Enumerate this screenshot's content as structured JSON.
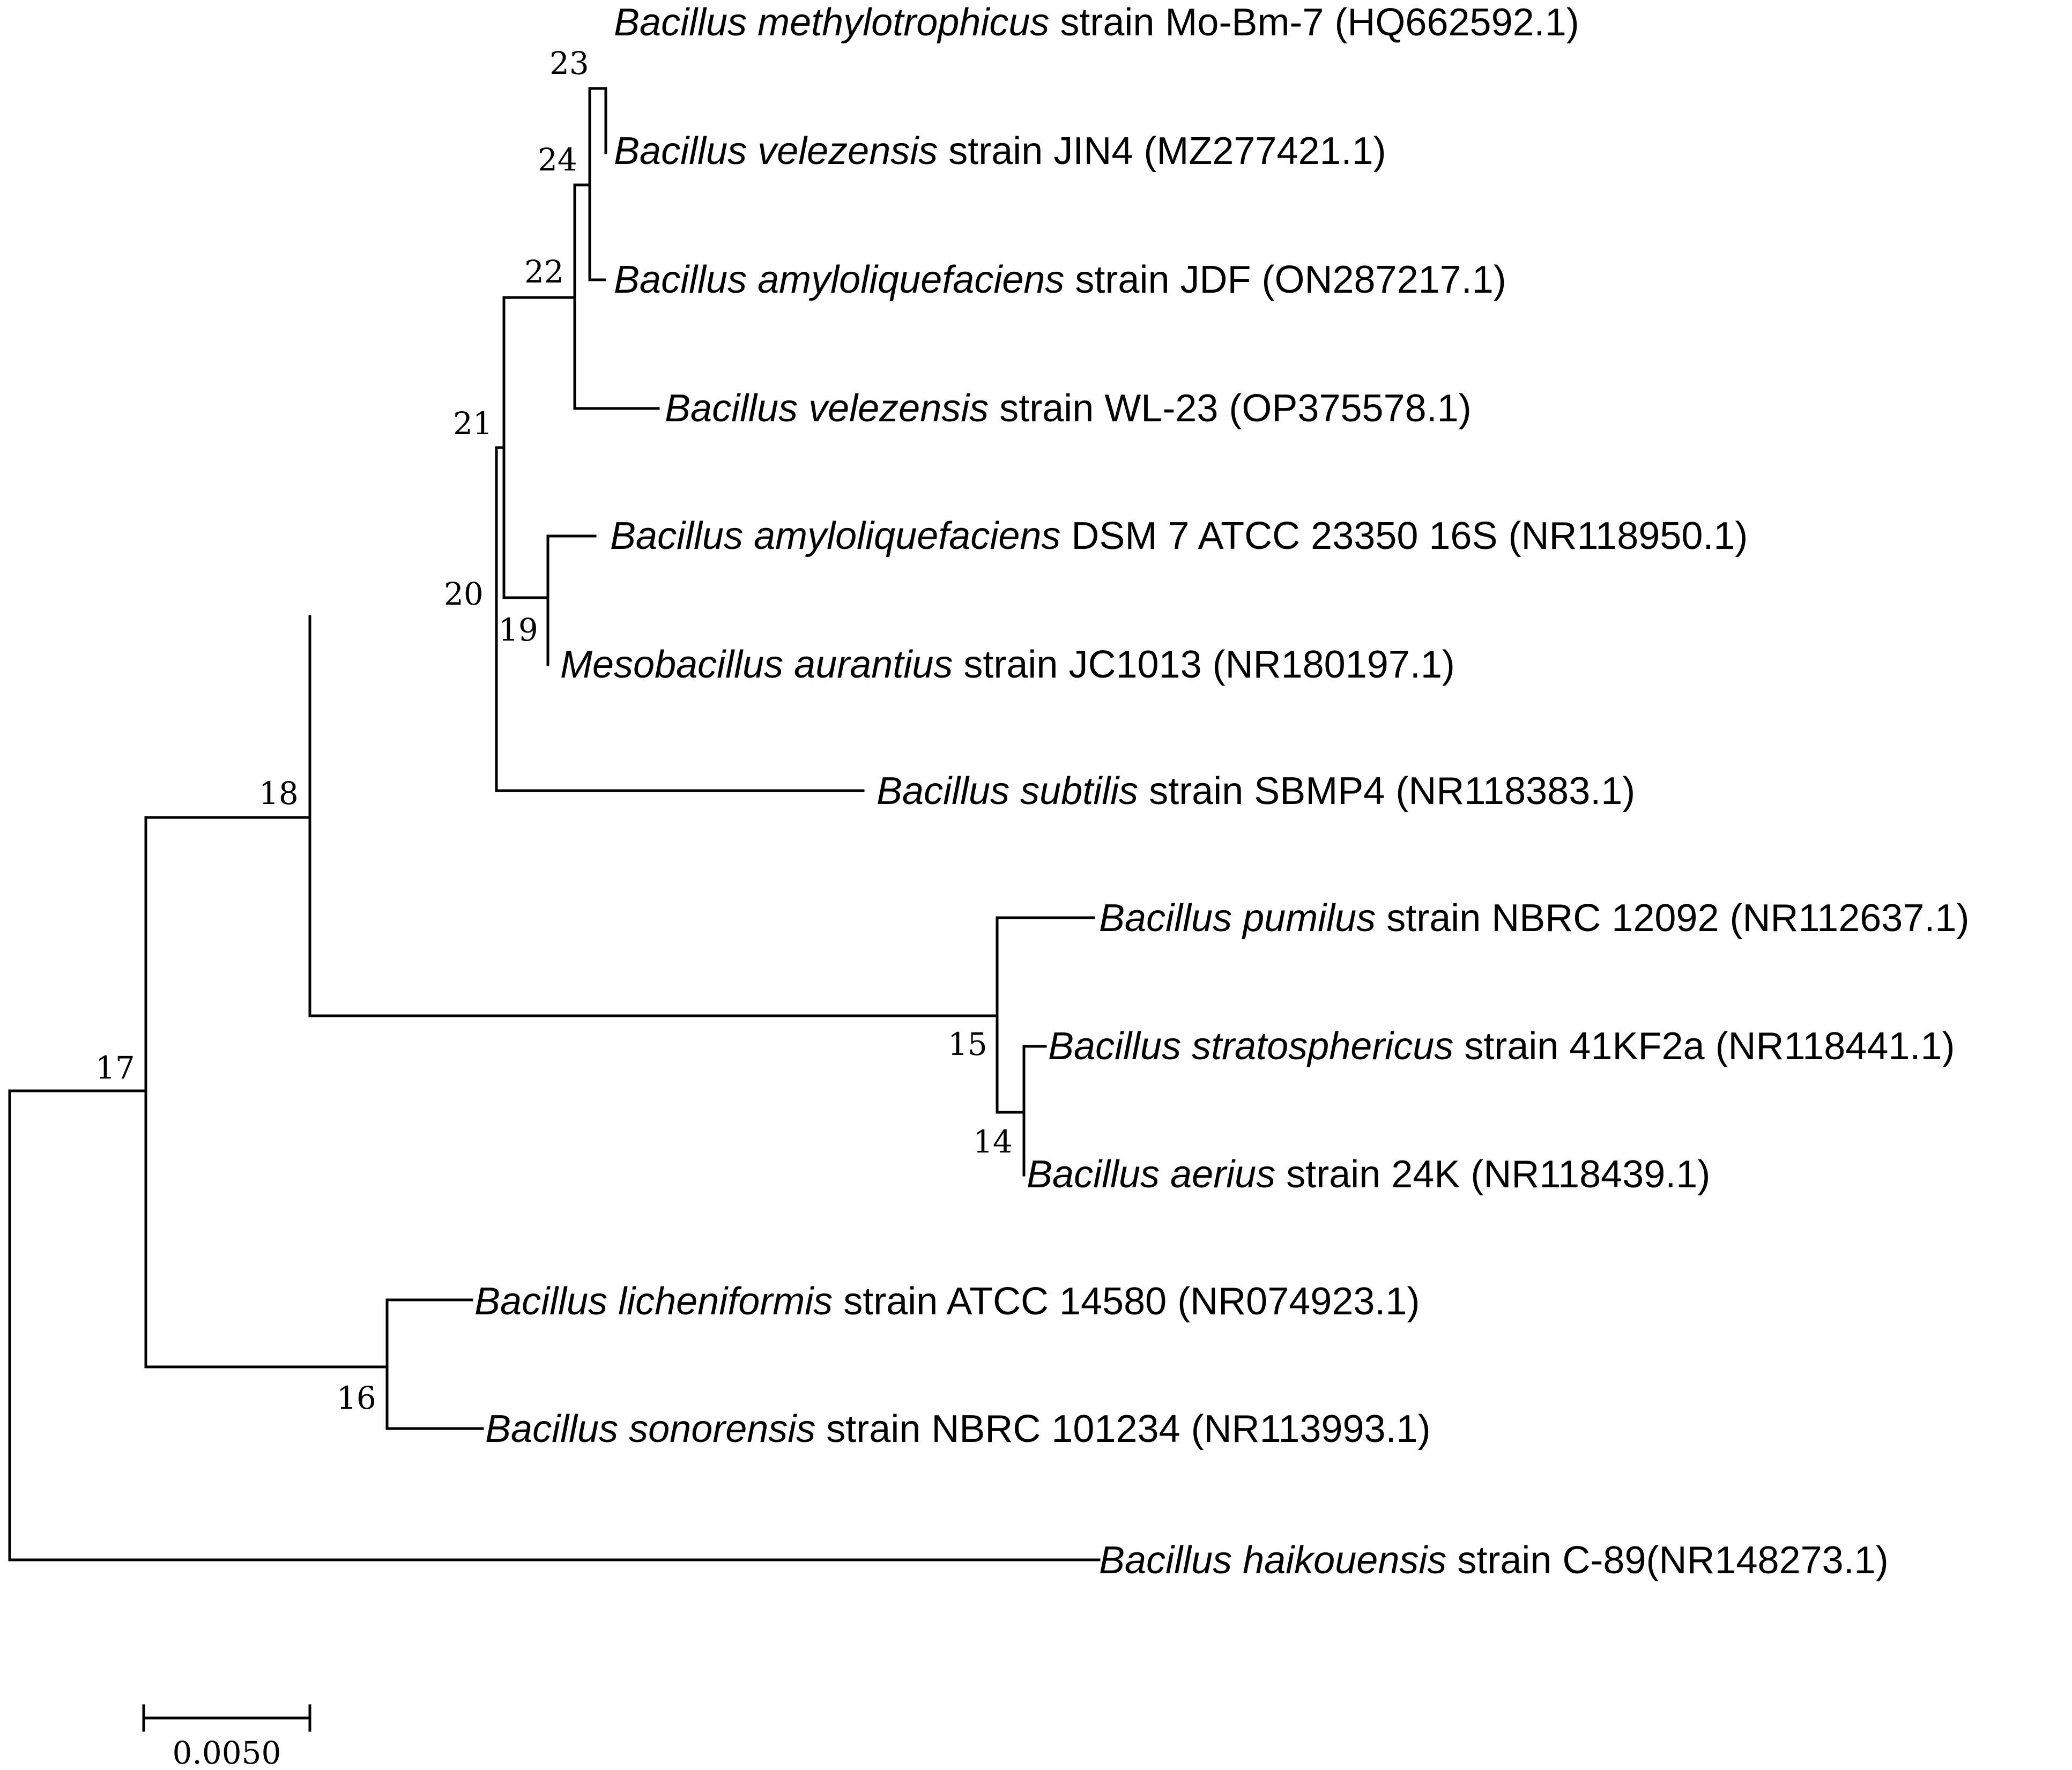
{
  "tree": {
    "leaves": [
      {
        "id": "L1",
        "genus": "Bacillus methylotrophicus",
        "rest": " strain Mo-Bm-7 (HQ662592.1)"
      },
      {
        "id": "L2",
        "genus": "Bacillus velezensis",
        "rest": " strain JIN4 (MZ277421.1)"
      },
      {
        "id": "L3",
        "genus": "Bacillus amyloliquefaciens",
        "rest": " strain JDF (ON287217.1)"
      },
      {
        "id": "L4",
        "genus": "Bacillus velezensis",
        "rest": " strain WL-23 (OP375578.1)"
      },
      {
        "id": "L5",
        "genus": "Bacillus amyloliquefaciens",
        "rest": " DSM 7  ATCC 23350 16S (NR118950.1)"
      },
      {
        "id": "L6",
        "genus": "Mesobacillus aurantius",
        "rest": " strain JC1013 (NR180197.1)"
      },
      {
        "id": "L7",
        "genus": "Bacillus subtilis",
        "rest": " strain SBMP4 (NR118383.1)"
      },
      {
        "id": "L8",
        "genus": "Bacillus pumilus",
        "rest": " strain NBRC 12092  (NR112637.1)"
      },
      {
        "id": "L9",
        "genus": "Bacillus stratosphericus",
        "rest": " strain 41KF2a (NR118441.1)"
      },
      {
        "id": "L10",
        "genus": "Bacillus aerius",
        "rest": " strain 24K (NR118439.1)"
      },
      {
        "id": "L11",
        "genus": "Bacillus licheniformis",
        "rest": " strain ATCC 14580 (NR074923.1)"
      },
      {
        "id": "L12",
        "genus": "Bacillus sonorensis",
        "rest": " strain NBRC 101234 (NR113993.1)"
      },
      {
        "id": "L13",
        "genus": "Bacillus haikouensis",
        "rest": " strain C-89(NR148273.1)"
      }
    ],
    "node_labels": {
      "n23": "23",
      "n24": "24",
      "n22": "22",
      "n21": "21",
      "n20": "20",
      "n19": "19",
      "n18": "18",
      "n17": "17",
      "n16": "16",
      "n15": "15",
      "n14": "14"
    },
    "scale_bar": {
      "label": "0.0050"
    }
  }
}
